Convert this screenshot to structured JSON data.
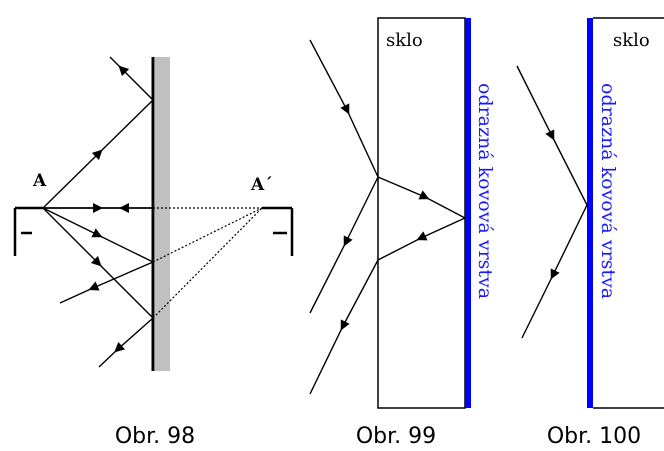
{
  "figures": {
    "fig98": {
      "caption": "Obr. 98",
      "object_label": "A",
      "image_label": "A´"
    },
    "fig99": {
      "caption": "Obr. 99",
      "glass_label": "sklo",
      "layer_label": "odrazná kovová vrstva"
    },
    "fig100": {
      "caption": "Obr. 100",
      "glass_label": "sklo",
      "layer_label": "odrazná kovová vrstva"
    }
  },
  "colors": {
    "line": "#000000",
    "mirror_back": "#c0c0c0",
    "metal_layer": "#0000ff",
    "metal_text": "#1a1aff"
  }
}
